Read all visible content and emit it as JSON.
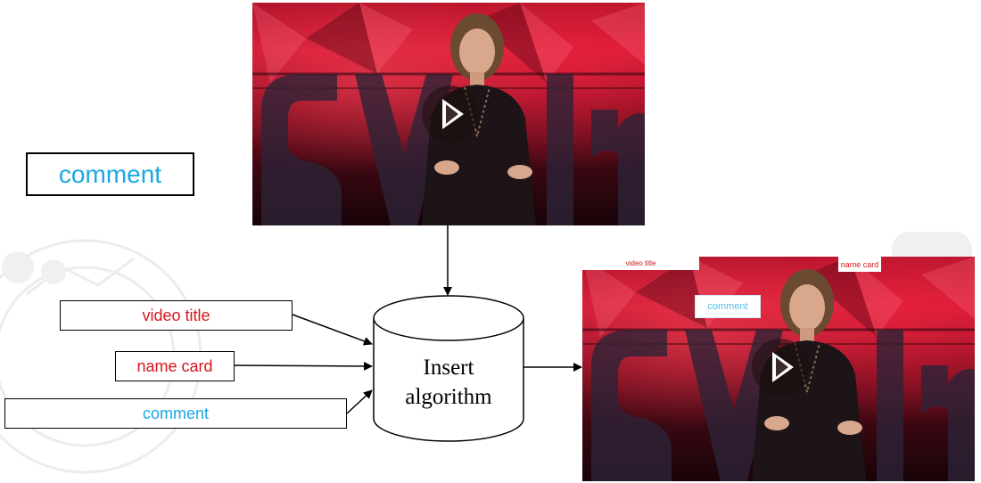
{
  "labels": {
    "comment_top": "comment",
    "video_title": "video title",
    "name_card": "name card",
    "comment": "comment"
  },
  "process": {
    "line1": "Insert",
    "line2": "algorithm"
  },
  "output_overlays": {
    "video_title": "video title",
    "name_card": "name card",
    "comment": "comment"
  },
  "colors": {
    "red_label": "#d6141c",
    "blue_label": "#1aa7e4",
    "stage_red": "#d11a36"
  },
  "icons": {
    "play": "play-icon"
  }
}
